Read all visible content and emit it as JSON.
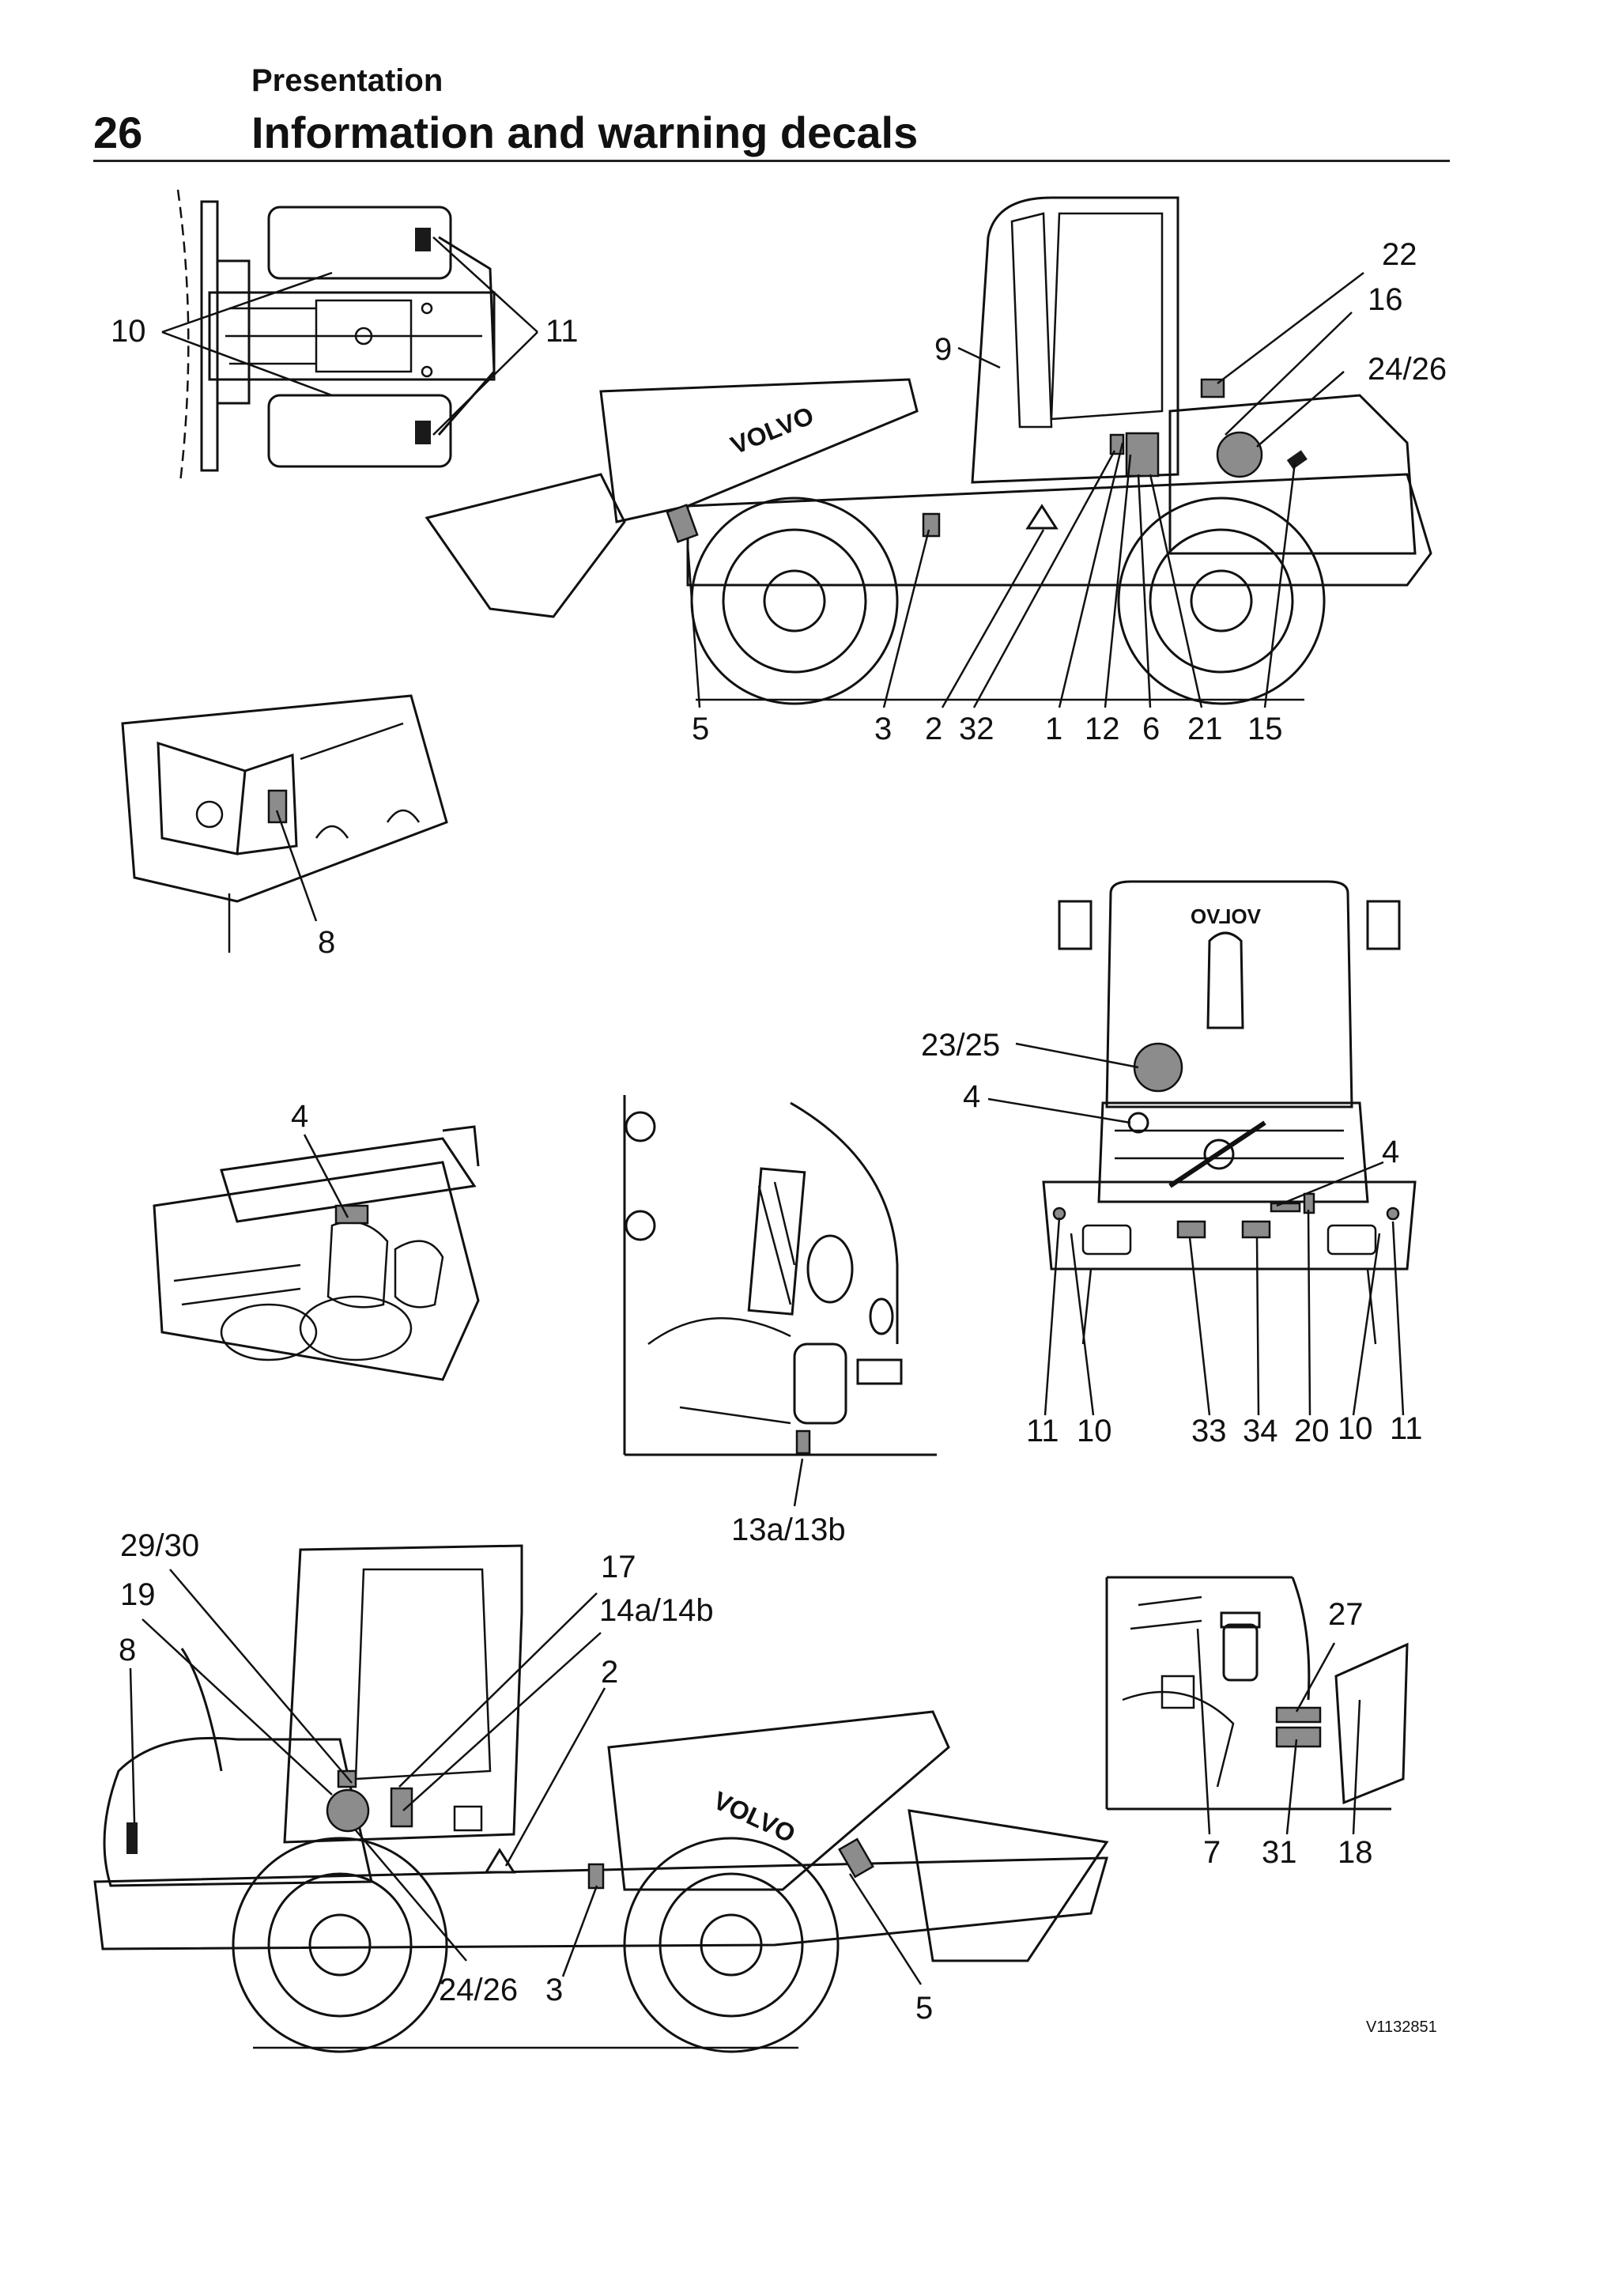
{
  "header": {
    "section": "Presentation",
    "page_number": "26",
    "title": "Information and warning decals"
  },
  "figure": {
    "reference": "V1132851",
    "brand_text": "VOLVO",
    "callouts": {
      "top_view": [
        "10",
        "11"
      ],
      "side_right": [
        "22",
        "16",
        "24/26",
        "9",
        "5",
        "3",
        "2",
        "32",
        "1",
        "12",
        "6",
        "21",
        "15"
      ],
      "battery_box": [
        "8"
      ],
      "rear_view": [
        "23/25",
        "4",
        "4",
        "11",
        "10",
        "33",
        "34",
        "20",
        "10",
        "11"
      ],
      "engine": [
        "4"
      ],
      "cab_console": [
        "13a/13b"
      ],
      "side_left": [
        "29/30",
        "19",
        "8",
        "17",
        "14a/14b",
        "2",
        "24/26",
        "3",
        "5"
      ],
      "engine_bay": [
        "27",
        "7",
        "31",
        "18"
      ]
    }
  }
}
